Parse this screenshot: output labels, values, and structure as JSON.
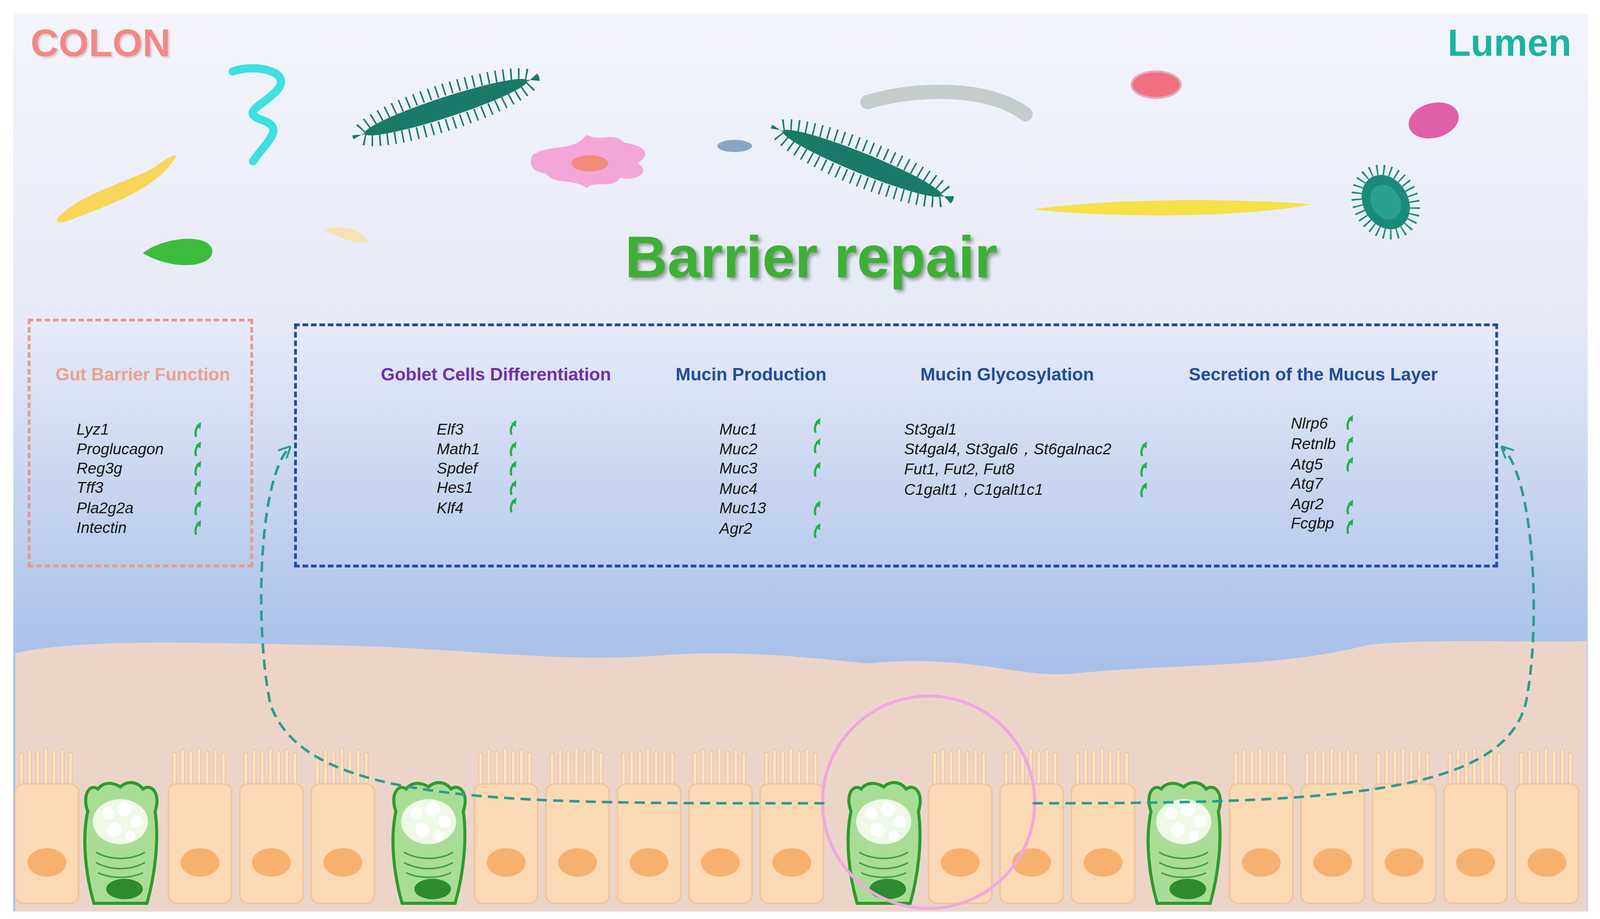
{
  "diagram": {
    "title": "Barrier repair",
    "nodes": [
      {
        "text": [
          "Gut Barrier Function",
          "Lyz1",
          "Proglucagon",
          "Reg3g",
          "Tff3",
          "Pla2g2a",
          "Intectin"
        ]
      },
      {
        "text": [
          "Goblet Cells Differentiation",
          "Elf3",
          "Math1",
          "Spdef",
          "Hes1",
          "Klf4",
          "Mucin Production",
          "Muc1",
          "Muc2",
          "Muc3",
          "Muc4",
          "Muc13",
          "Agr2",
          "Mucin Glycosylation",
          "St3gal1",
          "St4gal4, St3gal6，St6galnac2",
          "Fut1, Fut2, Fut8",
          "C1galt1，C1galt1c1",
          "Secretion of the Mucus Layer",
          "Nlrp6",
          "Retnlb",
          "Atg5",
          "Atg7",
          "Agr2",
          "Fcgbp"
        ]
      }
    ],
    "labels": [
      "COLON",
      "Lumen"
    ]
  }
}
